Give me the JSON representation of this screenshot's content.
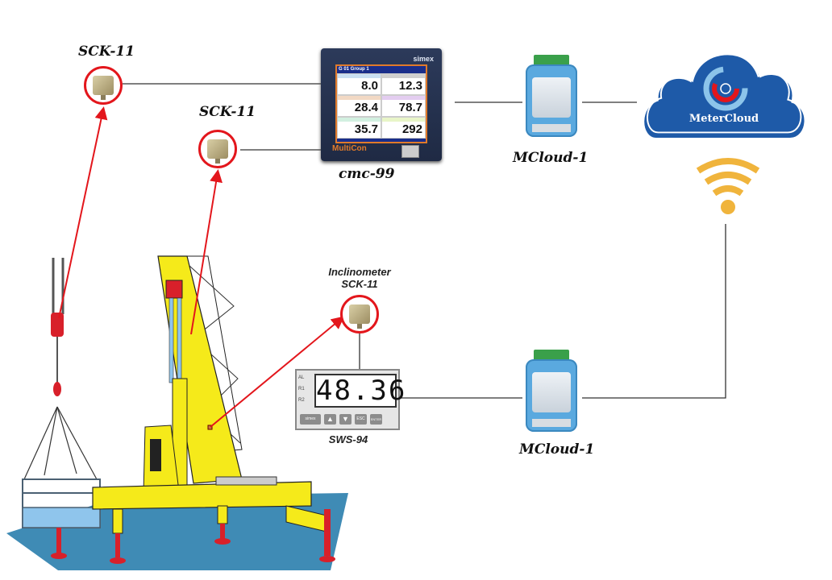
{
  "title": "Crane inclination monitoring system diagram",
  "devices": {
    "sensor_top": {
      "label": "SCK-11"
    },
    "sensor_mid": {
      "label": "SCK-11"
    },
    "inclinometer": {
      "label_line1": "Inclinometer",
      "label_line2": "SCK-11"
    },
    "cmc": {
      "label": "cmc-99",
      "brand": "simex",
      "product": "MultiCon",
      "screen_header": "G 01   Group 1",
      "readings": [
        "8.0",
        "12.3",
        "28.4",
        "78.7",
        "35.7",
        "292"
      ],
      "cell_colors": [
        "#c9dff2",
        "#cfcfcf",
        "#f2d9c4",
        "#e3cdf0",
        "#d2f0e0",
        "#e8f5c8"
      ]
    },
    "mcloud_top": {
      "label": "MCloud-1"
    },
    "mcloud_bottom": {
      "label": "MCloud-1"
    },
    "sws": {
      "label": "SWS-94",
      "display_value": "48.36",
      "indicators": [
        "AL",
        "R1",
        "R2"
      ],
      "keys": [
        "simex",
        "▲",
        "▼",
        "ESC",
        "ENTER"
      ]
    },
    "cloud": {
      "label": "MeterCloud"
    }
  },
  "colors": {
    "sensor_ring": "#e3161c",
    "arrow": "#e3161c",
    "cloud_fill": "#1e5aa8",
    "wifi": "#f0b43c",
    "crane_yellow": "#f5ea1a",
    "ground": "#3f8bb5"
  }
}
